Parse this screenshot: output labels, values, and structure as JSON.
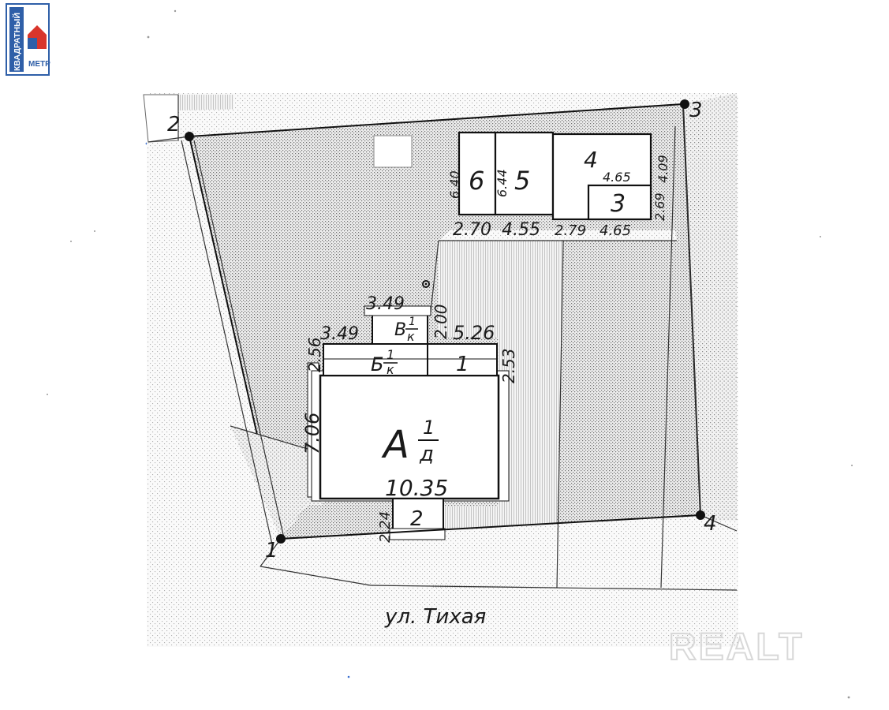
{
  "logo": {
    "line1": "КВАДРАТНЫЙ",
    "line2": "МЕТР"
  },
  "watermark": "REALT",
  "street_label": "ул. Тихая",
  "corner_points": [
    "1",
    "2",
    "3",
    "4"
  ],
  "buildings": {
    "main_house": {
      "letter": "А",
      "superscript": "1",
      "subscript": "д",
      "width": "10.35",
      "depth": "7.06"
    },
    "extension_b": {
      "letter": "Б",
      "superscript": "1",
      "subscript": "к",
      "width": "3.49",
      "depth": "2.56"
    },
    "porch_v": {
      "letter": "В",
      "superscript": "1",
      "subscript": "к",
      "width": "3.49",
      "depth": "2.00"
    },
    "annex_1": {
      "number": "1",
      "width": "5.26",
      "depth": "2.53"
    },
    "annex_2": {
      "number": "2",
      "depth": "2.24"
    },
    "shed_3": {
      "number": "3",
      "width": "4.65",
      "depth": "2.69"
    },
    "shed_4": {
      "number": "4",
      "width": "4.65",
      "depth": "4.09",
      "bottom": "2.79"
    },
    "shed_5": {
      "number": "5",
      "width": "4.55",
      "depth": "6.44"
    },
    "shed_6": {
      "number": "6",
      "width": "2.70",
      "depth": "6.40"
    }
  },
  "colors": {
    "line": "#111111",
    "hatch_dense": "#6e6e6e",
    "hatch_light": "#a8a8a8",
    "logo_blue": "#2f5fa8",
    "logo_red": "#d9352b"
  }
}
